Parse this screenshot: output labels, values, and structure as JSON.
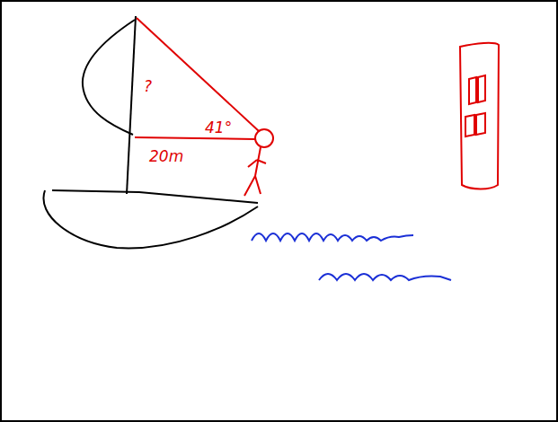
{
  "diagram": {
    "labels": [
      "?",
      "41°",
      "20m"
    ]
  }
}
